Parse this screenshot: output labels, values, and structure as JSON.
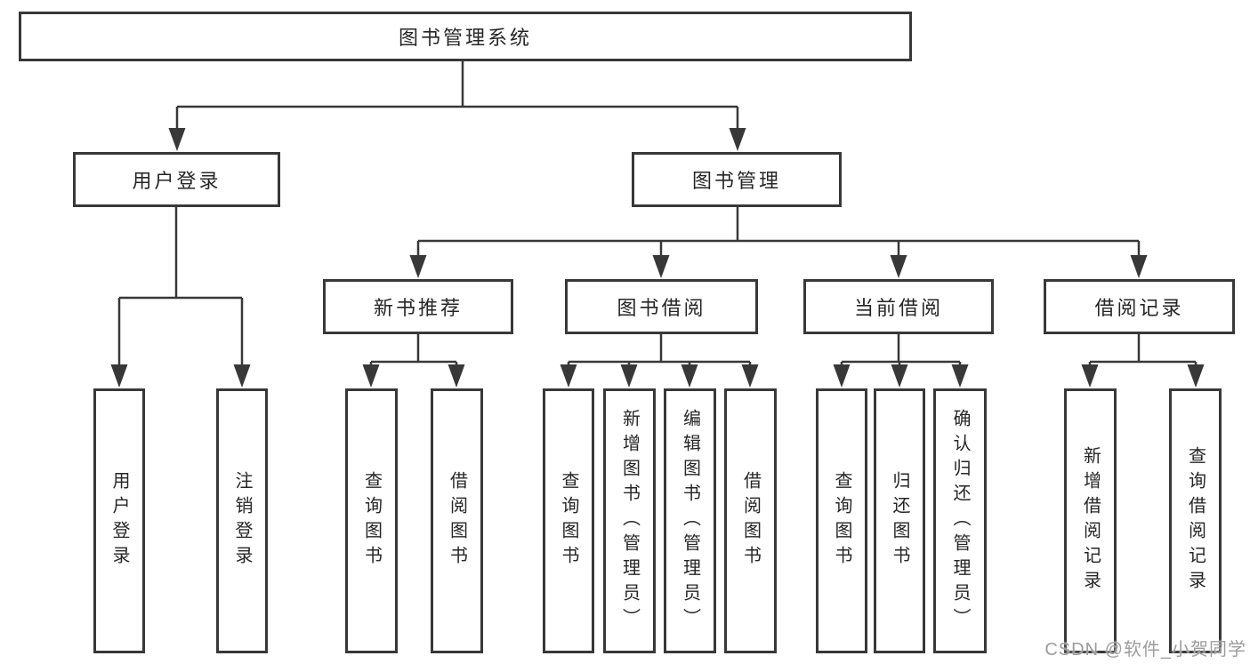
{
  "diagram": {
    "type": "hierarchy-tree",
    "nodes": {
      "root": "图书管理系统",
      "user_login": "用户登录",
      "book_mgmt": "图书管理",
      "new_book_rec": "新书推荐",
      "book_borrow": "图书借阅",
      "current_borrow": "当前借阅",
      "borrow_record": "借阅记录",
      "leaf_user_login": "用户登录",
      "leaf_logout": "注销登录",
      "leaf_nbr_query": "查询图书",
      "leaf_nbr_borrow": "借阅图书",
      "leaf_bb_query": "查询图书",
      "leaf_bb_add": "新增图书（管理员）",
      "leaf_bb_edit": "编辑图书（管理员）",
      "leaf_bb_borrow": "借阅图书",
      "leaf_cb_query": "查询图书",
      "leaf_cb_return": "归还图书",
      "leaf_cb_confirm": "确认归还（管理员）",
      "leaf_br_add": "新增借阅记录",
      "leaf_br_query": "查询借阅记录"
    },
    "hierarchy": {
      "图书管理系统": [
        "用户登录",
        "图书管理"
      ],
      "用户登录": [
        "用户登录",
        "注销登录"
      ],
      "图书管理": [
        "新书推荐",
        "图书借阅",
        "当前借阅",
        "借阅记录"
      ],
      "新书推荐": [
        "查询图书",
        "借阅图书"
      ],
      "图书借阅": [
        "查询图书",
        "新增图书（管理员）",
        "编辑图书（管理员）",
        "借阅图书"
      ],
      "当前借阅": [
        "查询图书",
        "归还图书",
        "确认归还（管理员）"
      ],
      "借阅记录": [
        "新增借阅记录",
        "查询借阅记录"
      ]
    },
    "colors": {
      "background": "#ffffff",
      "box_fill": "#ffffff",
      "box_border": "#383838",
      "line": "#383838",
      "text": "#262626",
      "watermark_text": "#9c9c9c"
    },
    "watermark": "CSDN @软件_小贺同学"
  }
}
